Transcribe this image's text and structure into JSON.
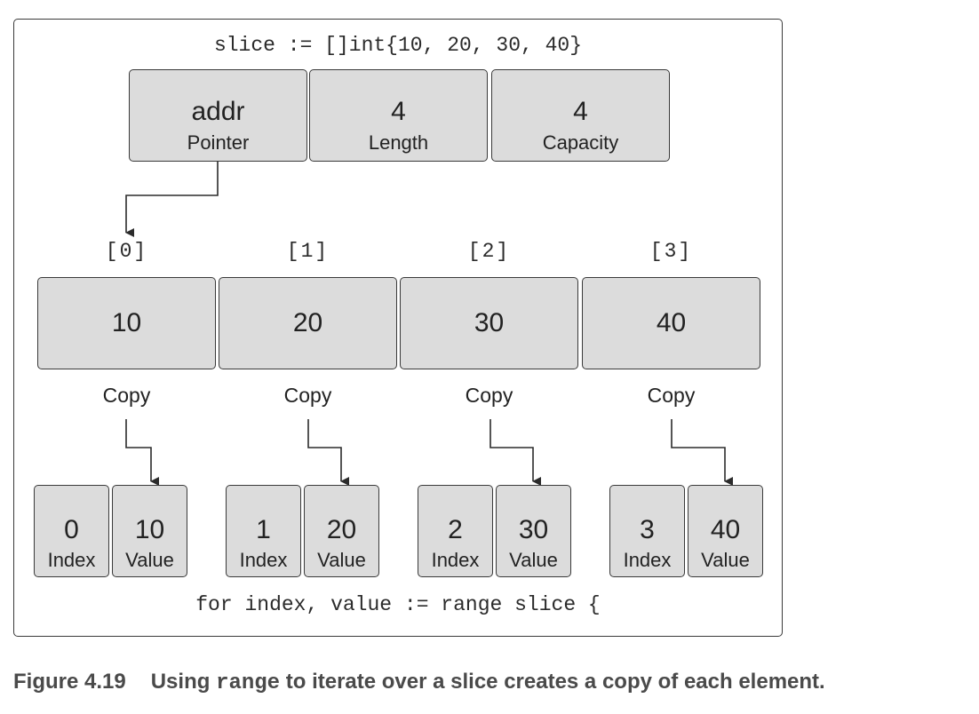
{
  "code_top": "slice := []int{10, 20, 30, 40}",
  "code_bottom": "for index, value := range slice {",
  "header": [
    {
      "value": "addr",
      "label": "Pointer"
    },
    {
      "value": "4",
      "label": "Length"
    },
    {
      "value": "4",
      "label": "Capacity"
    }
  ],
  "elements": [
    {
      "index": "[0]",
      "value": "10"
    },
    {
      "index": "[1]",
      "value": "20"
    },
    {
      "index": "[2]",
      "value": "30"
    },
    {
      "index": "[3]",
      "value": "40"
    }
  ],
  "copy_label": "Copy",
  "copies": [
    {
      "index": "0",
      "value": "10"
    },
    {
      "index": "1",
      "value": "20"
    },
    {
      "index": "2",
      "value": "30"
    },
    {
      "index": "3",
      "value": "40"
    }
  ],
  "index_label": "Index",
  "value_label": "Value",
  "caption": {
    "number": "Figure 4.19",
    "text_before": "Using ",
    "code": "range",
    "text_after": " to iterate over a slice creates a copy of each element."
  }
}
